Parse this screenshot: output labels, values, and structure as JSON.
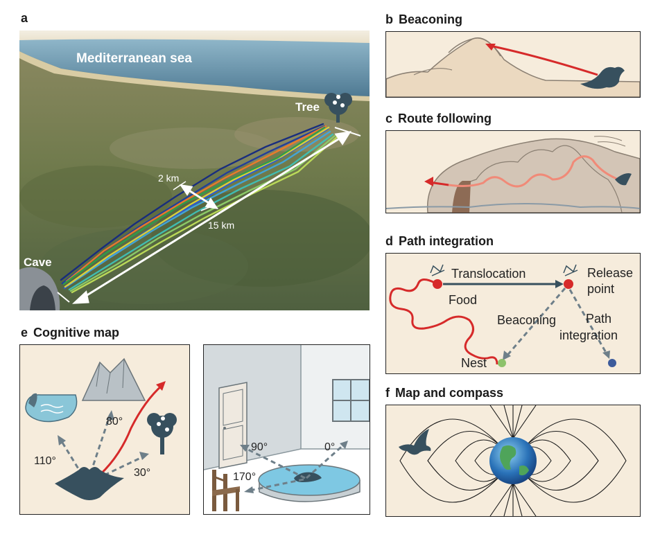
{
  "panels": {
    "a": {
      "letter": "a",
      "sea": "Mediterranean sea",
      "tree": "Tree",
      "cave": "Cave",
      "width": "2 km",
      "length": "15 km"
    },
    "b": {
      "letter": "b",
      "title": "Beaconing"
    },
    "c": {
      "letter": "c",
      "title": "Route following"
    },
    "d": {
      "letter": "d",
      "title": "Path integration",
      "translocation": "Translocation",
      "release1": "Release",
      "release2": "point",
      "food": "Food",
      "beaconing": "Beaconing",
      "path1": "Path",
      "path2": "integration",
      "nest": "Nest"
    },
    "e": {
      "letter": "e",
      "title": "Cognitive map",
      "a80": "80°",
      "a110": "110°",
      "a30": "30°",
      "a90": "90°",
      "a0": "0°",
      "a170": "170°"
    },
    "f": {
      "letter": "f",
      "title": "Map and compass"
    }
  },
  "colors": {
    "route": "#d62a2a",
    "dashed": "#6e7f89",
    "dark_silhouette": "#37505e",
    "nest": "#8dc26b",
    "pi_end": "#3d5b9b",
    "panel_bg": "#f6ecdc"
  }
}
